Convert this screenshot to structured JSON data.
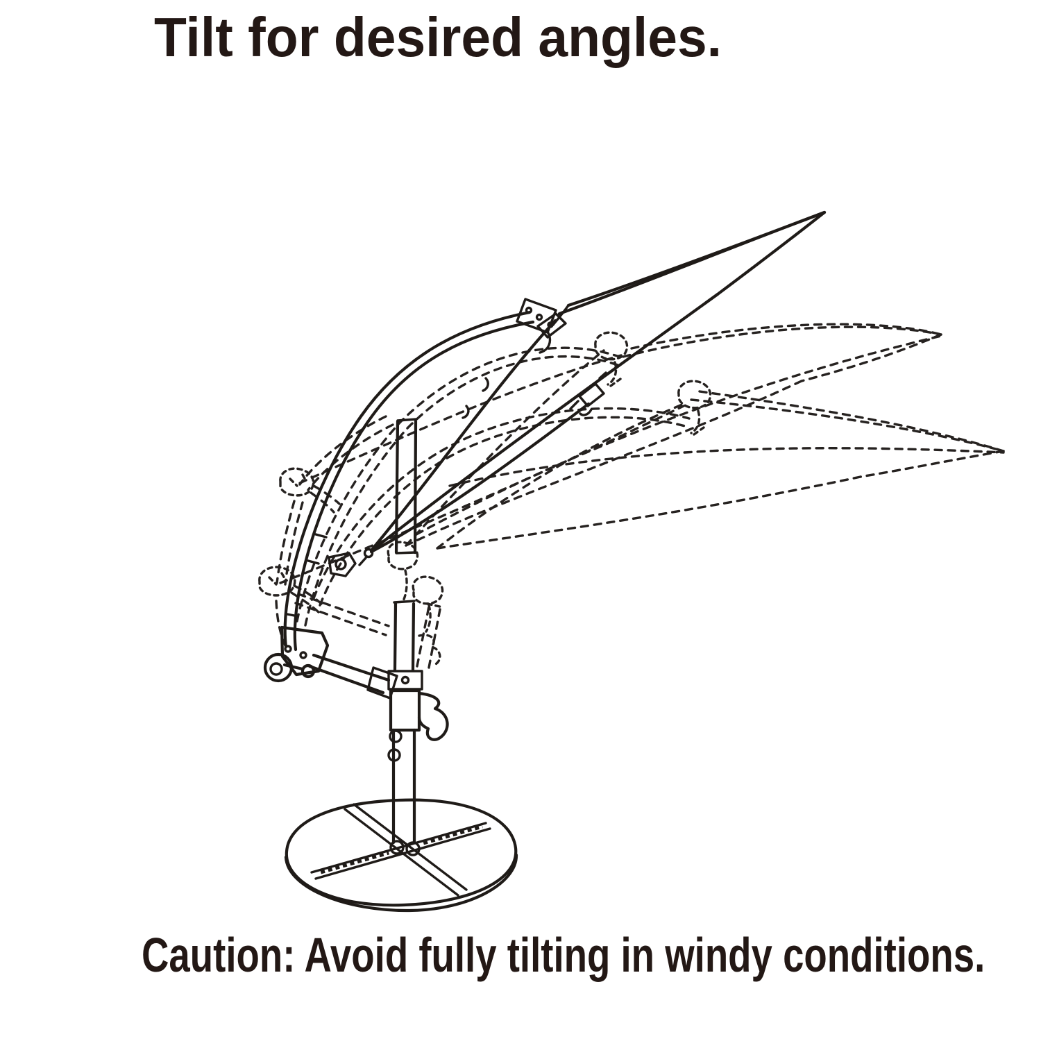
{
  "page": {
    "background_color": "#ffffff",
    "line_color": "#1f1b18",
    "text_color": "#231815"
  },
  "title": {
    "text": "Tilt for desired angles."
  },
  "caution": {
    "text": "Caution: Avoid fully tilting in windy conditions."
  },
  "illustration": {
    "name": "offset-umbrella-tilt-diagram",
    "description": "Line drawing of a cantilever offset patio umbrella on a cross base. Solid lines show the umbrella fully tilted with the canopy folded up to the right; dashed ghost outlines show two intermediate tilt positions of the arm and canopy sweeping down toward horizontal.",
    "style": "black line art on white",
    "solid_parts": [
      "cross-weight-base",
      "vertical-pole",
      "pole-collar-and-clamp",
      "tilt-lock-lever",
      "push-buttons",
      "crank-wheel-and-handle",
      "support-strut",
      "curved-cantilever-arm",
      "arm-bracket",
      "canopy-fully-tilted",
      "canopy-pull-strap"
    ],
    "ghost_positions": {
      "count": 2,
      "meaning": "intermediate tilt angles of arm and canopy",
      "line_style": "dashed"
    }
  }
}
